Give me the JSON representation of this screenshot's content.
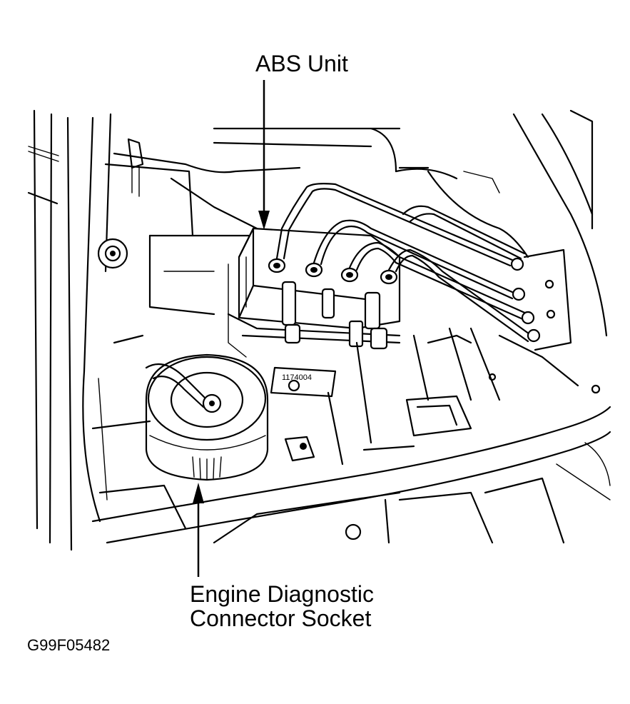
{
  "diagram": {
    "labels": {
      "abs_unit": "ABS Unit",
      "diagnostic_line1": "Engine Diagnostic",
      "diagnostic_line2": "Connector Socket"
    },
    "plate_text": "1174004",
    "figure_id": "G99F05482"
  },
  "colors": {
    "line": "#000000",
    "background": "#ffffff"
  }
}
